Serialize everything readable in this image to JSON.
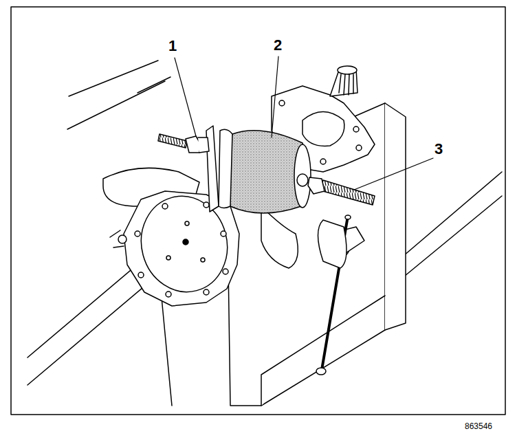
{
  "diagram": {
    "labels": [
      "1",
      "2",
      "3",
      "863546"
    ]
  }
}
